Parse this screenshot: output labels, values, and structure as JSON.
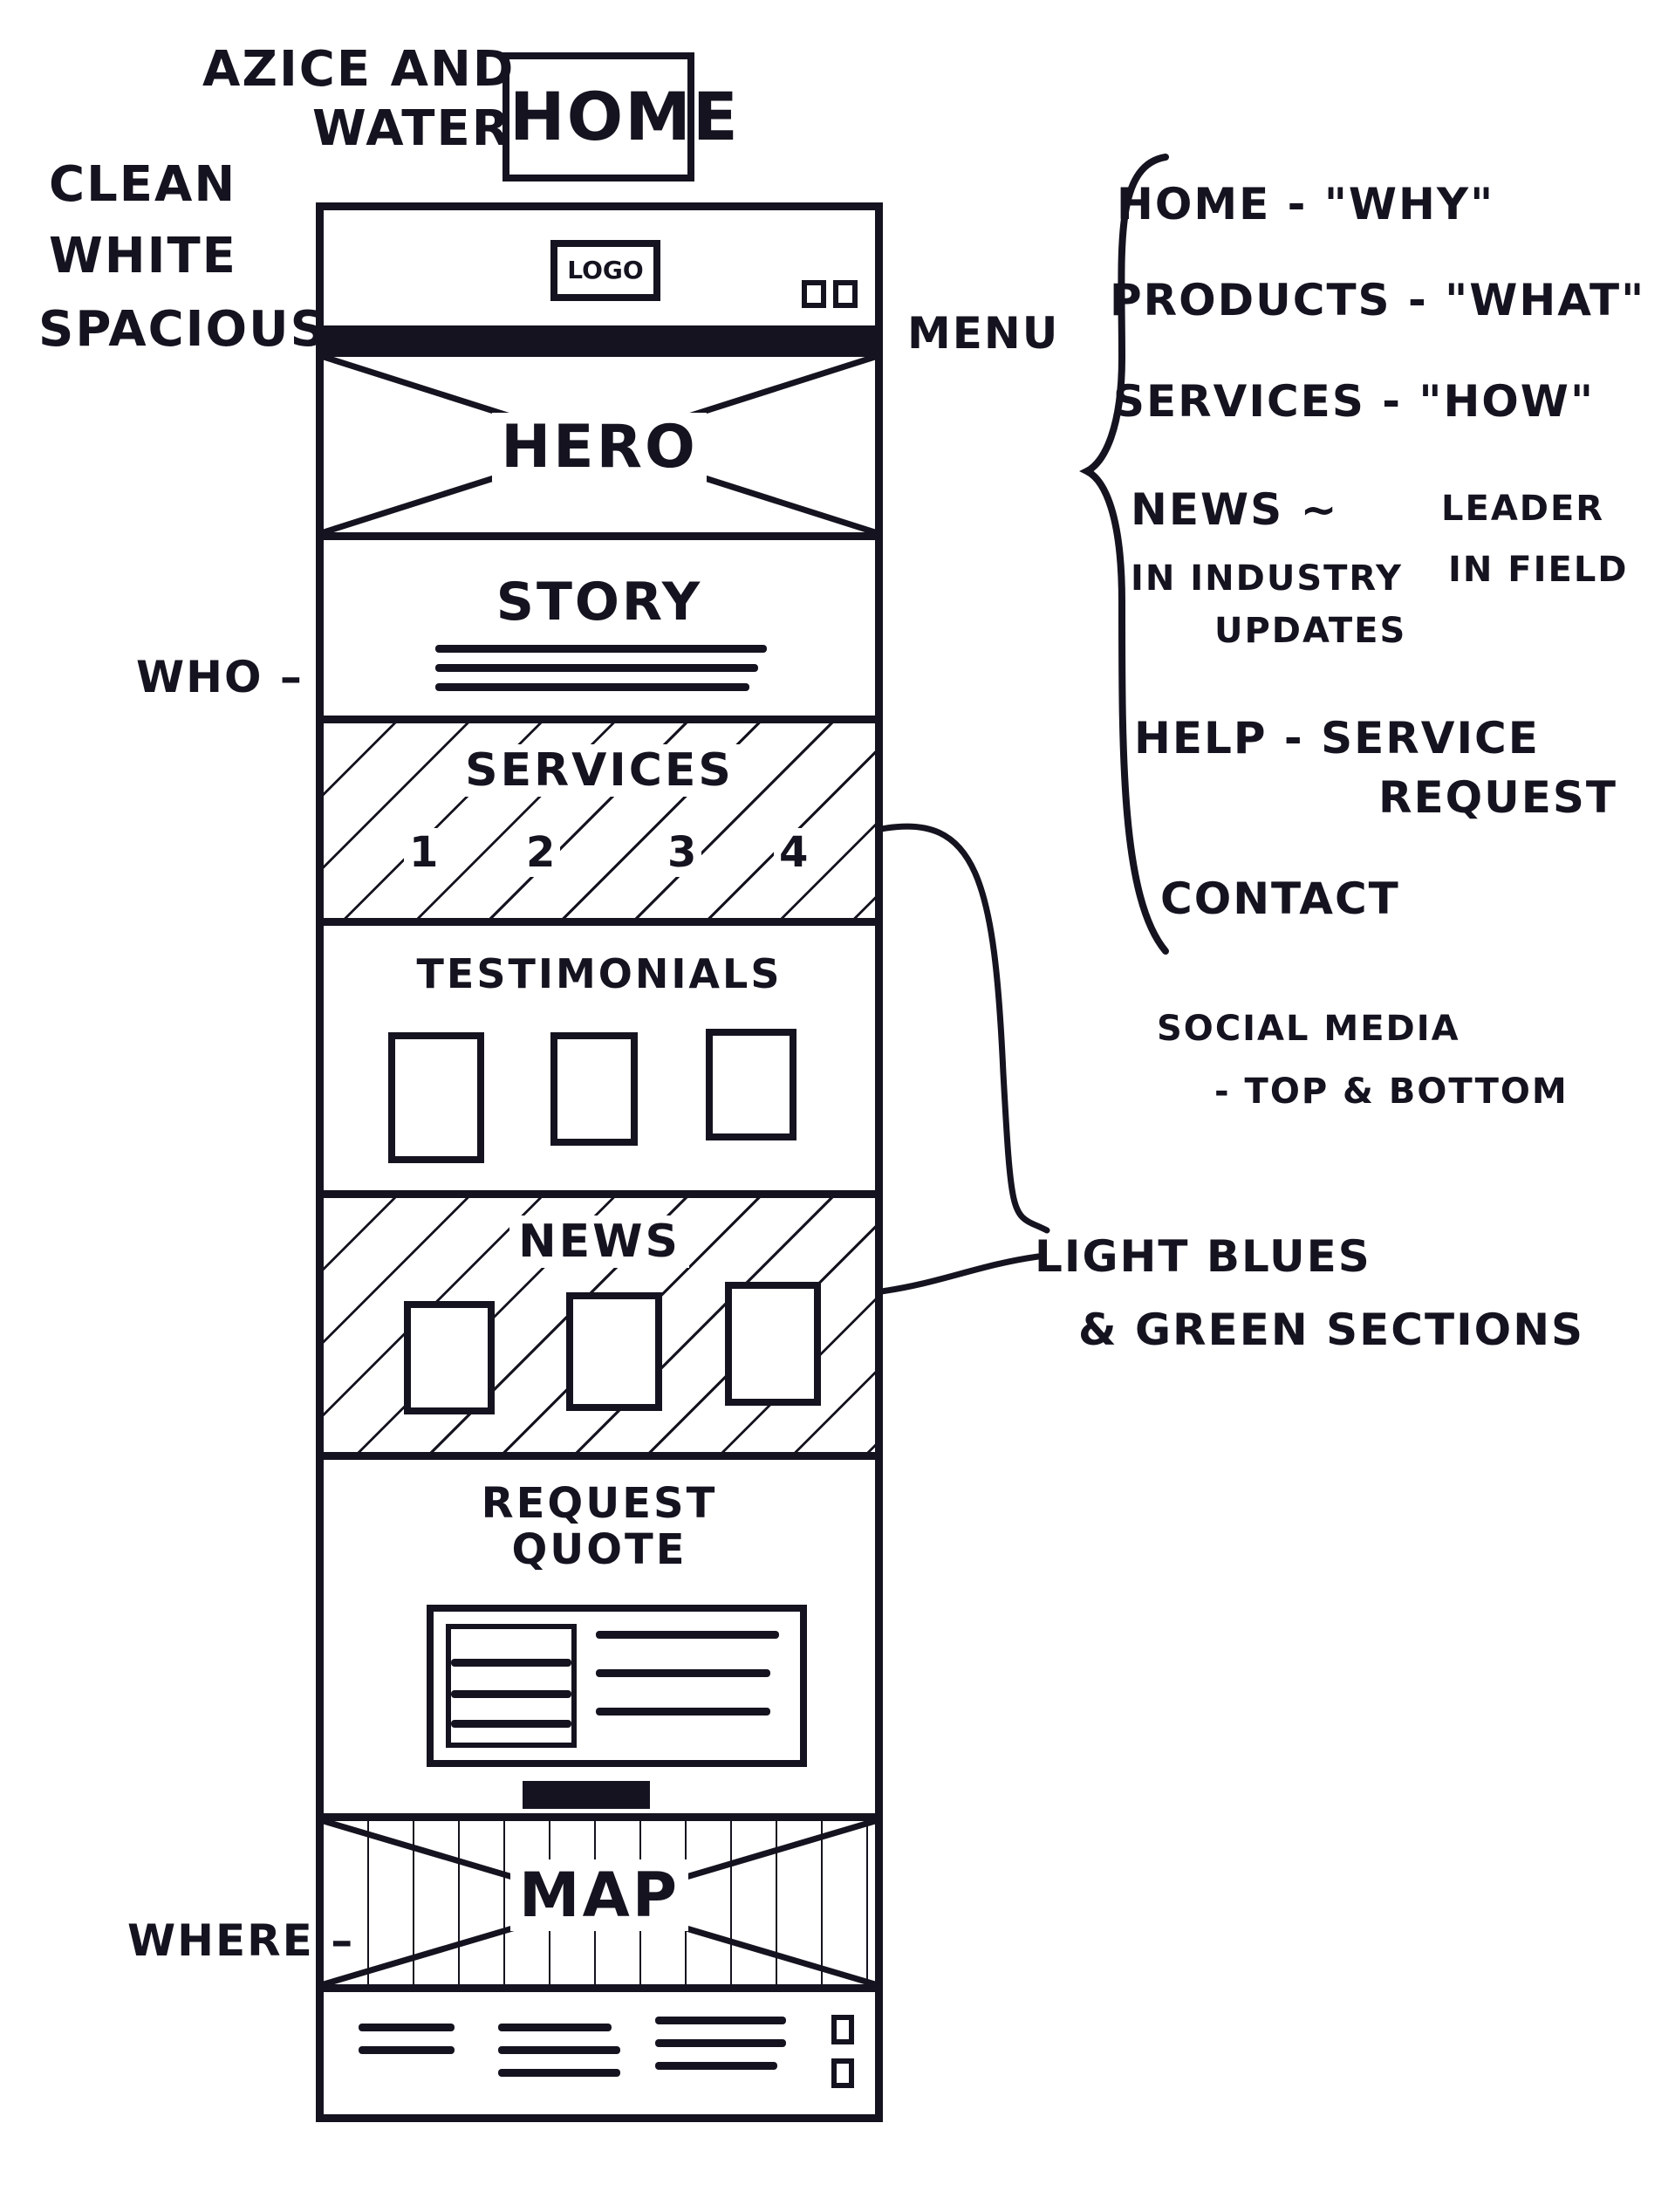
{
  "header": {
    "project_line1": "AZICE AND",
    "project_line2": "WATER",
    "page_name": "HOME"
  },
  "style_note": [
    "CLEAN",
    "WHITE",
    "SPACIOUS"
  ],
  "sketch": {
    "logo": "LOGO",
    "hero": "HERO",
    "story": "STORY",
    "services": "SERVICES",
    "service_numbers": [
      "1",
      "2",
      "3",
      "4"
    ],
    "testimonials": "TESTIMONIALS",
    "news": "NEWS",
    "request_quote_line1": "REQUEST",
    "request_quote_line2": "QUOTE",
    "map": "MAP"
  },
  "side_labels": {
    "who": "WHO",
    "where": "WHERE",
    "menu": "MENU"
  },
  "menu_items": [
    {
      "label": "HOME",
      "note": "\"WHY\""
    },
    {
      "label": "PRODUCTS",
      "note": "\"WHAT\""
    },
    {
      "label": "SERVICES",
      "note": "\"HOW\""
    },
    {
      "label": "NEWS",
      "note": "LEADER"
    },
    {
      "label": "HELP",
      "note": "SERVICE"
    }
  ],
  "news_extra": {
    "sub1": "IN INDUSTRY",
    "sub2": "UPDATES",
    "note2": "IN FIELD"
  },
  "help_extra": "REQUEST",
  "contact": "CONTACT",
  "social": {
    "line1": "SOCIAL MEDIA",
    "line2": "- TOP & BOTTOM"
  },
  "colors_note": {
    "line1": "LIGHT BLUES",
    "line2": "& GREEN SECTIONS"
  }
}
